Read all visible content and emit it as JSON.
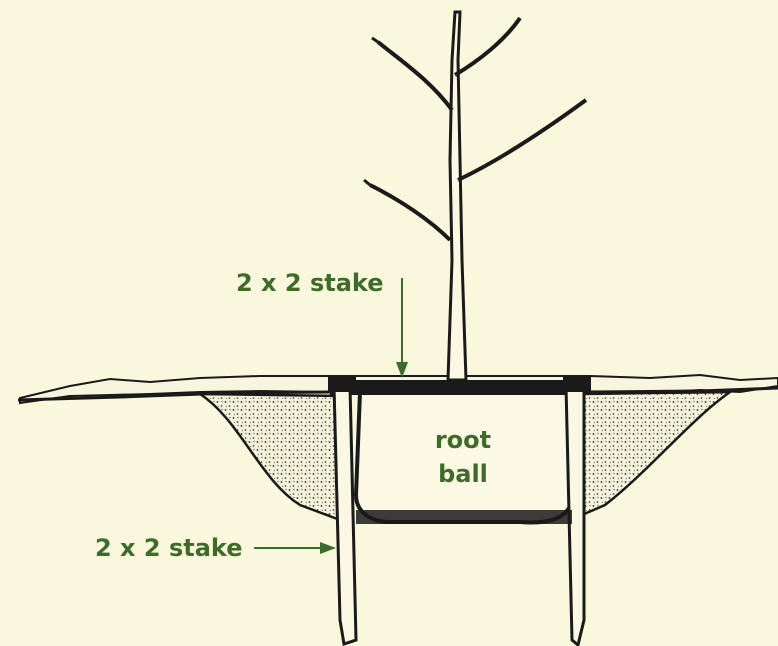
{
  "labels": {
    "stake_top": "2 x 2 stake",
    "stake_bottom": "2 x 2 stake",
    "root_line1": "root",
    "root_line2": "ball"
  },
  "colors": {
    "background": "#f9f7dc",
    "label": "#3f6b2a",
    "ink": "#1a1a1a"
  }
}
